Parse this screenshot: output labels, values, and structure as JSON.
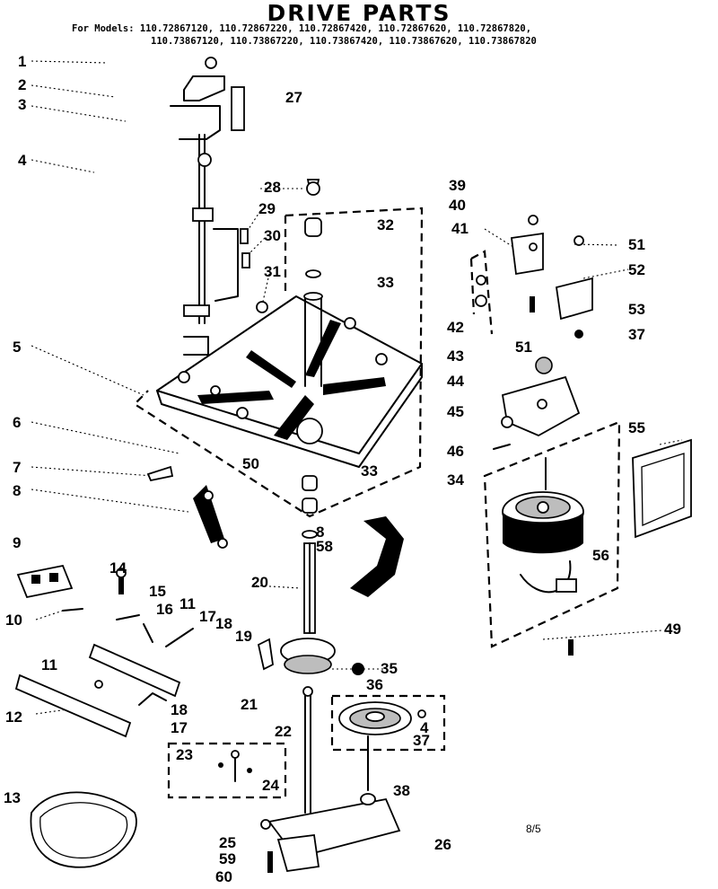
{
  "title": "DRIVE PARTS",
  "models": {
    "line1": "For Models: 110.72867120, 110.72867220, 110.72867420, 110.72867620, 110.72867820,",
    "line2": "110.73867120, 110.73867220, 110.73867420, 110.73867620, 110.73867820"
  },
  "callouts": [
    "1",
    "2",
    "3",
    "27",
    "4",
    "28",
    "29",
    "30",
    "31",
    "32",
    "33",
    "39",
    "40",
    "41",
    "51",
    "52",
    "42",
    "53",
    "51",
    "37",
    "43",
    "44",
    "45",
    "46",
    "5",
    "6",
    "50",
    "33",
    "55",
    "7",
    "34",
    "8",
    "8",
    "58",
    "9",
    "56",
    "14",
    "15",
    "11",
    "16",
    "17",
    "18",
    "20",
    "10",
    "19",
    "49",
    "35",
    "11",
    "36",
    "18",
    "12",
    "17",
    "21",
    "22",
    "4",
    "37",
    "23",
    "24",
    "38",
    "13",
    "25",
    "26",
    "59",
    "60"
  ],
  "footnote": "8/5"
}
